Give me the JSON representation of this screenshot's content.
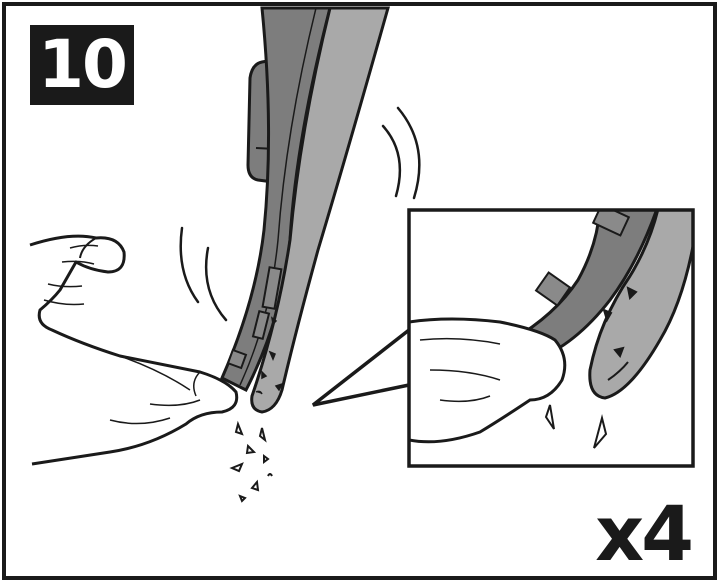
{
  "step": {
    "number": "10"
  },
  "repeat": {
    "label": "x4"
  },
  "colors": {
    "outline": "#1a1a1a",
    "blade_dark": "#7d7d7d",
    "blade_light": "#a9a9a9",
    "background": "#ffffff"
  },
  "icons": [
    "hand",
    "wiper-blade",
    "debris",
    "motion-lines",
    "zoom-callout"
  ]
}
